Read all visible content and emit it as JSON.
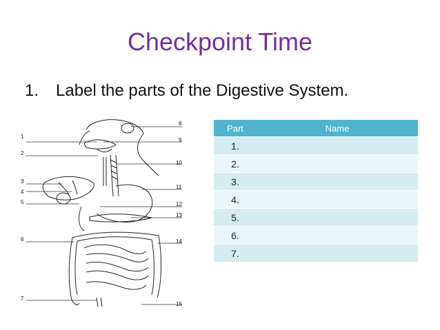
{
  "title": "Checkpoint Time",
  "question": {
    "number": "1.",
    "text": "Label the parts of the Digestive System."
  },
  "table": {
    "headers": {
      "part": "Part",
      "name": "Name"
    },
    "rows": [
      {
        "part": "1.",
        "name": ""
      },
      {
        "part": "2.",
        "name": ""
      },
      {
        "part": "3.",
        "name": ""
      },
      {
        "part": "4.",
        "name": ""
      },
      {
        "part": "5.",
        "name": ""
      },
      {
        "part": "6.",
        "name": ""
      },
      {
        "part": "7.",
        "name": ""
      }
    ]
  },
  "diagram": {
    "labels_left": [
      "1",
      "2",
      "3",
      "4",
      "5",
      "6",
      "7"
    ],
    "labels_right": [
      "8",
      "9",
      "10",
      "11",
      "12",
      "13",
      "14",
      "15"
    ]
  }
}
